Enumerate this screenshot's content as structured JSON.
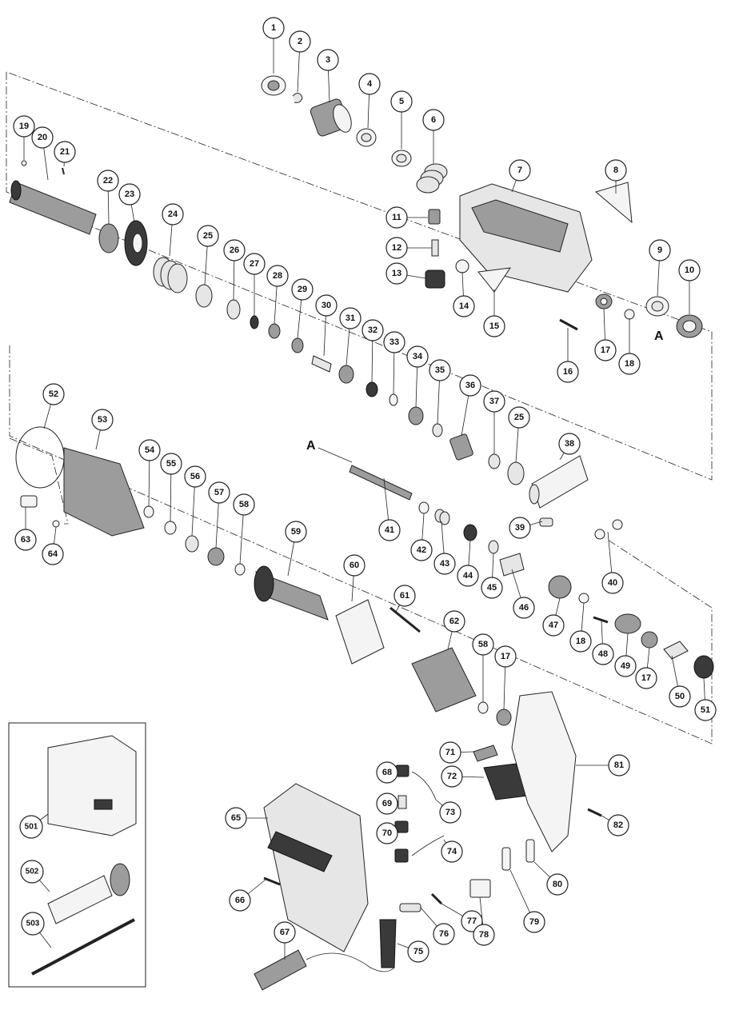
{
  "marker": "A",
  "accessory_numbers": [
    "501",
    "502",
    "503"
  ],
  "callouts": [
    "1",
    "2",
    "3",
    "4",
    "5",
    "6",
    "7",
    "8",
    "9",
    "10",
    "11",
    "12",
    "13",
    "14",
    "15",
    "16",
    "17",
    "18",
    "19",
    "20",
    "21",
    "22",
    "23",
    "24",
    "25",
    "26",
    "27",
    "28",
    "29",
    "30",
    "31",
    "32",
    "33",
    "34",
    "35",
    "36",
    "37",
    "25",
    "38",
    "39",
    "40",
    "41",
    "42",
    "43",
    "44",
    "45",
    "46",
    "47",
    "18",
    "48",
    "49",
    "17",
    "50",
    "51",
    "52",
    "53",
    "54",
    "55",
    "56",
    "57",
    "58",
    "59",
    "60",
    "61",
    "62",
    "58",
    "17",
    "63",
    "64",
    "65",
    "66",
    "67",
    "68",
    "69",
    "70",
    "71",
    "72",
    "73",
    "74",
    "75",
    "76",
    "77",
    "78",
    "79",
    "80",
    "81",
    "82",
    "501",
    "502",
    "503"
  ]
}
